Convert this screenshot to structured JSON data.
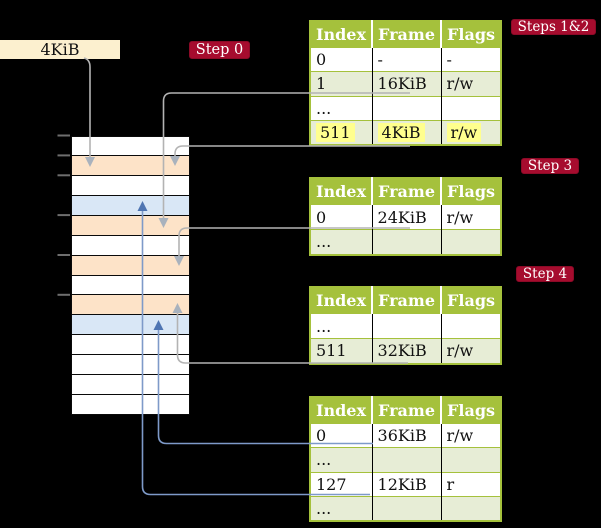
{
  "memory_label": "4KiB",
  "badges": {
    "step0": "Step 0",
    "steps12": "Steps 1&2",
    "step3": "Step 3",
    "step4": "Step 4"
  },
  "table_headers": [
    "Index",
    "Frame",
    "Flags"
  ],
  "tables": {
    "t1": {
      "step": "Steps 1&2",
      "rows": [
        [
          "0",
          "-",
          "-"
        ],
        [
          "1",
          "16KiB",
          "r/w"
        ],
        [
          "...",
          "",
          ""
        ],
        [
          "511",
          "4KiB",
          "r/w"
        ]
      ],
      "highlighted_row": "511 | 4KiB | r/w"
    },
    "t2": {
      "step": "Step 3",
      "rows": [
        [
          "0",
          "24KiB",
          "r/w"
        ],
        [
          "...",
          "",
          ""
        ]
      ]
    },
    "t3": {
      "step": "Step 4",
      "rows": [
        [
          "...",
          "",
          ""
        ],
        [
          "511",
          "32KiB",
          "r/w"
        ]
      ]
    },
    "t4": {
      "step": "",
      "rows": [
        [
          "0",
          "36KiB",
          "r/w"
        ],
        [
          "...",
          "",
          ""
        ],
        [
          "127",
          "12KiB",
          "r"
        ],
        [
          "...",
          "",
          ""
        ]
      ]
    }
  },
  "frame_stack": {
    "rows": [
      "white",
      "peach",
      "white",
      "blue",
      "peach",
      "white",
      "peach",
      "white",
      "peach",
      "blue",
      "white",
      "white",
      "white",
      "white"
    ],
    "tick_rows_kib": [
      0,
      4,
      8,
      16,
      24,
      32
    ]
  },
  "arrows": [
    {
      "from": "4KiB label",
      "to": "frame 4KiB (stack row 1)",
      "color": "gray"
    },
    {
      "from": "t1 row 1 (16KiB)",
      "to": "frame 16KiB (stack row 4)",
      "color": "gray"
    },
    {
      "from": "t1 row 511 (4KiB)",
      "to": "frame 4KiB (stack row 1)",
      "color": "gray"
    },
    {
      "from": "t2 row 0 (24KiB)",
      "to": "frame 24KiB (stack row 6)",
      "color": "gray"
    },
    {
      "from": "t3 row 511 (32KiB)",
      "to": "frame 32KiB (stack row 8)",
      "color": "gray"
    },
    {
      "from": "t4 row 0 (36KiB)",
      "to": "frame 36KiB (stack row 9)",
      "color": "blue"
    },
    {
      "from": "t4 row 127 (12KiB)",
      "to": "frame 12KiB (stack row 3)",
      "color": "blue"
    }
  ],
  "colors": {
    "table_header_green": "#a5c13c",
    "row_green": "#e7edd6",
    "badge_red": "#a60c2e",
    "peach": "#fde3c8",
    "light_blue": "#d9e7f6",
    "cream": "#fcf0cf",
    "highlight_yellow": "#ffff8e",
    "arrow_gray": "#b3b3b3",
    "arrow_blue": "#7e9ac9"
  }
}
